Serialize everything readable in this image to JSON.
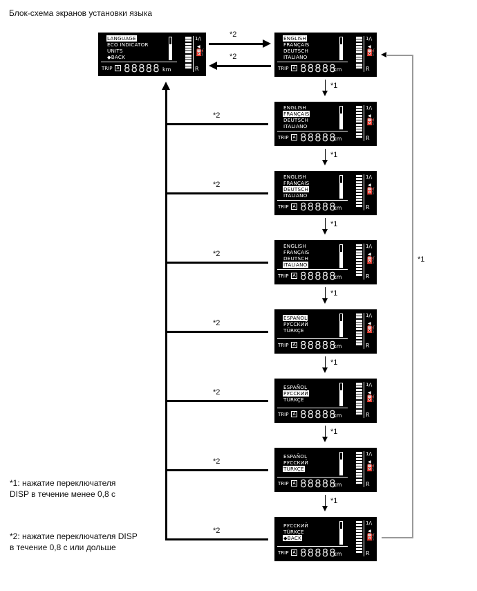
{
  "title": "Блок-схема экранов установки языка",
  "screens": [
    {
      "id": "main",
      "items": [
        "LANGUAGE",
        "ECO INDICATOR",
        "UNITS",
        "◆BACK"
      ],
      "selected": 0
    },
    {
      "id": "s1",
      "items": [
        "ENGLISH",
        "FRANÇAIS",
        "DEUTSCH",
        "ITALIANO"
      ],
      "selected": 0
    },
    {
      "id": "s2",
      "items": [
        "ENGLISH",
        "FRANÇAIS",
        "DEUTSCH",
        "ITALIANO"
      ],
      "selected": 1
    },
    {
      "id": "s3",
      "items": [
        "ENGLISH",
        "FRANÇAIS",
        "DEUTSCH",
        "ITALIANO"
      ],
      "selected": 2
    },
    {
      "id": "s4",
      "items": [
        "ENGLISH",
        "FRANÇAIS",
        "DEUTSCH",
        "ITALIANO"
      ],
      "selected": 3
    },
    {
      "id": "s5",
      "items": [
        "ESPAÑOL",
        "PУССКИЙ",
        "TÜRKÇE"
      ],
      "selected": 0
    },
    {
      "id": "s6",
      "items": [
        "ESPAÑOL",
        "PУССКИЙ",
        "TÜRKÇE"
      ],
      "selected": 1
    },
    {
      "id": "s7",
      "items": [
        "ESPAÑOL",
        "PУССКИЙ",
        "TÜRKÇE"
      ],
      "selected": 2
    },
    {
      "id": "s8",
      "items": [
        "PУССКИЙ",
        "TÜRKÇE",
        "◆BACK"
      ],
      "selected": 2
    }
  ],
  "display": {
    "trip_label": "TRIP",
    "trip_icon": "A",
    "odometer": "88888",
    "unit": "km",
    "gear_top": "1/\\",
    "gear_bottom": "R"
  },
  "labels": {
    "short_press": "*1",
    "long_press": "*2",
    "loop_label": "*1"
  },
  "legend": {
    "note1_line1": "*1: нажатие переключателя",
    "note1_line2": "DISP в течение менее 0,8 с",
    "note2_line1": "*2: нажатие переключателя DISP",
    "note2_line2": "в течение 0,8 с или дольше"
  }
}
